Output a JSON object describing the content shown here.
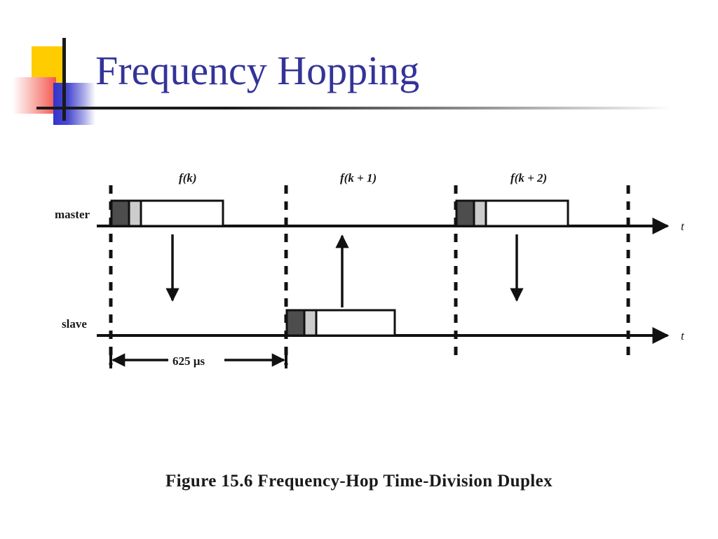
{
  "slide": {
    "title": "Frequency Hopping",
    "background_color": "#ffffff",
    "title_color": "#333399",
    "logo": {
      "yellow": "#FFCC00",
      "red": "#F4564E",
      "blue": "#3333CC",
      "bar": "#1a1a1a"
    }
  },
  "figure": {
    "caption": "Figure 15.6  Frequency-Hop Time-Division Duplex",
    "axes": [
      {
        "name": "master",
        "label": "master"
      },
      {
        "name": "slave",
        "label": "slave"
      }
    ],
    "time_axis_label": "t",
    "slot_labels": [
      "f(k)",
      "f(k + 1)",
      "f(k + 2)"
    ],
    "dimension_label": "625 µs",
    "packet_segments": [
      {
        "name": "access-code",
        "fill": "#4d4d4d"
      },
      {
        "name": "header",
        "fill": "#cccccc"
      },
      {
        "name": "payload",
        "fill": "#ffffff"
      }
    ],
    "packets": [
      {
        "name": "master-packet-1",
        "axis": "master",
        "slot": "f(k)"
      },
      {
        "name": "slave-packet-1",
        "axis": "slave",
        "slot": "f(k + 1)"
      },
      {
        "name": "master-packet-2",
        "axis": "master",
        "slot": "f(k + 2)"
      }
    ],
    "transfer_arrows": [
      {
        "name": "master-to-slave-1",
        "direction": "down"
      },
      {
        "name": "slave-to-master-1",
        "direction": "up"
      },
      {
        "name": "master-to-slave-2",
        "direction": "down"
      }
    ]
  },
  "chart_data": {
    "type": "diagram",
    "title": "Frequency-Hop Time-Division Duplex",
    "xlabel": "t",
    "series": [
      {
        "name": "master",
        "slots": [
          "f(k)",
          "f(k + 2)"
        ]
      },
      {
        "name": "slave",
        "slots": [
          "f(k + 1)"
        ]
      }
    ],
    "slot_duration": "625 µs",
    "slot_boundaries_x": [
      158,
      408,
      650,
      896
    ]
  }
}
